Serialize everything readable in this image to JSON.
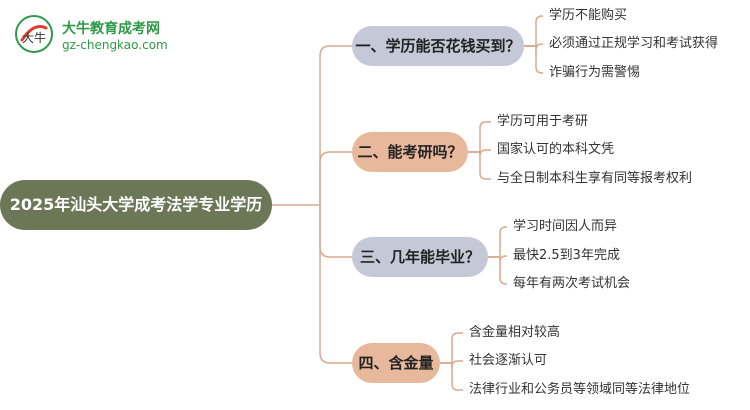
{
  "logo": {
    "title": "大牛教育成考网",
    "url": "gz-chengkao.com",
    "mark_text": "大牛"
  },
  "colors": {
    "root": "#6b7756",
    "branch_grey": "#c5c8d6",
    "branch_tan": "#e8b89c",
    "line": "#d9a98f"
  },
  "root": {
    "label": "2025年汕头大学成考法学专业学历"
  },
  "branches": [
    {
      "label": "一、学历能否花钱买到？",
      "children": [
        "学历不能购买",
        "必须通过正规学习和考试获得",
        "诈骗行为需警惕"
      ]
    },
    {
      "label": "二、能考研吗？",
      "children": [
        "学历可用于考研",
        "国家认可的本科文凭",
        "与全日制本科生享有同等报考权利"
      ]
    },
    {
      "label": "三、几年能毕业？",
      "children": [
        "学习时间因人而异",
        "最快2.5到3年完成",
        "每年有两次考试机会"
      ]
    },
    {
      "label": "四、含金量",
      "children": [
        "含金量相对较高",
        "社会逐渐认可",
        "法律行业和公务员等领域同等法律地位"
      ]
    }
  ]
}
